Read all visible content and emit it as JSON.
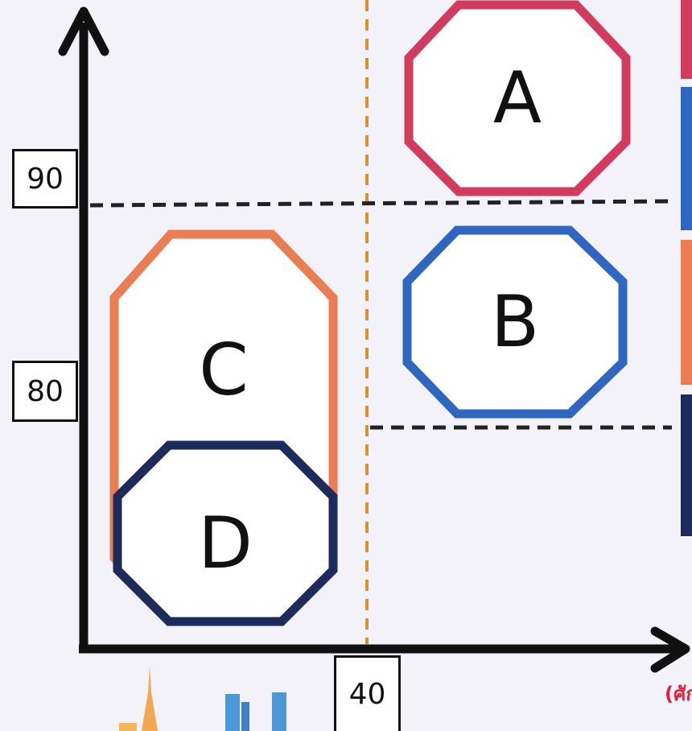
{
  "axes": {
    "y_ticks": [
      {
        "label": "90",
        "value": 90
      },
      {
        "label": "80",
        "value": 80
      }
    ],
    "x_ticks": [
      {
        "label": "40",
        "value": 40
      }
    ],
    "x_unit_fragment": "(ศัก"
  },
  "zones": [
    {
      "id": "A",
      "label": "A",
      "color": "#d33b5e"
    },
    {
      "id": "B",
      "label": "B",
      "color": "#2f67c0"
    },
    {
      "id": "C",
      "label": "C",
      "color": "#ea7d52"
    },
    {
      "id": "D",
      "label": "D",
      "color": "#1c2b5c"
    }
  ],
  "colors": {
    "axis": "#111111",
    "divider_vertical": "#d9912e",
    "divider_horizontal": "#222222",
    "x_unit_text": "#e0203f"
  },
  "legend_colors": [
    "#d33b5e",
    "#2f67c0",
    "#ea7d52",
    "#1c2b5c"
  ]
}
